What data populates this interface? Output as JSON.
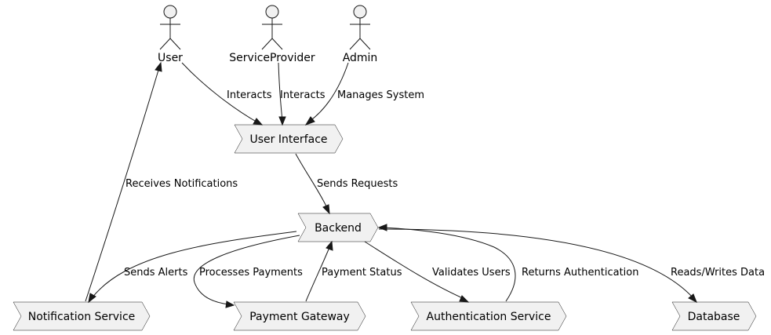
{
  "actors": {
    "user": "User",
    "service_provider": "ServiceProvider",
    "admin": "Admin"
  },
  "nodes": {
    "user_interface": "User Interface",
    "backend": "Backend",
    "notification_service": "Notification Service",
    "payment_gateway": "Payment Gateway",
    "authentication_service": "Authentication Service",
    "database": "Database"
  },
  "edges": {
    "user_interacts": "Interacts",
    "provider_interacts": "Interacts",
    "admin_manages": "Manages System",
    "ui_sends_requests": "Sends Requests",
    "receives_notifications": "Receives Notifications",
    "sends_alerts": "Sends Alerts",
    "processes_payments": "Processes Payments",
    "payment_status": "Payment Status",
    "validates_users": "Validates Users",
    "returns_authentication": "Returns Authentication",
    "reads_writes_data": "Reads/Writes Data"
  }
}
